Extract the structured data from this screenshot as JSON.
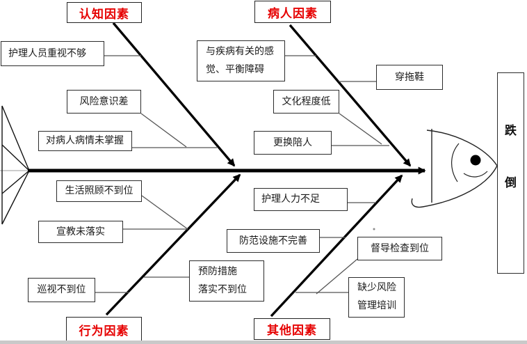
{
  "diagram_type": "fishbone-cause-effect",
  "effect": {
    "label": "跌倒",
    "char1": "跌",
    "char2": "倒"
  },
  "categories": {
    "cognitive": {
      "label": "认知因素"
    },
    "patient": {
      "label": "病人因素"
    },
    "behavior": {
      "label": "行为因素"
    },
    "other": {
      "label": "其他因素"
    }
  },
  "causes": {
    "cognitive": [
      {
        "label": "护理人员重视不够"
      },
      {
        "label": "风险意识差"
      },
      {
        "label": "对病人病情未掌握"
      }
    ],
    "patient": [
      {
        "label": "与疾病有关的感\n觉、平衡障碍"
      },
      {
        "label": "穿拖鞋"
      },
      {
        "label": "文化程度低"
      },
      {
        "label": "更换陪人"
      }
    ],
    "behavior": [
      {
        "label": "生活照顾不到位"
      },
      {
        "label": "宣教未落实"
      },
      {
        "label": "巡视不到位"
      }
    ],
    "other": [
      {
        "label": "护理人力不足"
      },
      {
        "label": "防范设施不完善"
      },
      {
        "label": "预防措施\n落实不到位"
      },
      {
        "label": "督导检查到位"
      },
      {
        "label": "缺少风险\n管理培训"
      }
    ]
  },
  "colors": {
    "category_text": "#e60000",
    "bone": "#000000",
    "connector": "#555555",
    "box_border": "#2b2b2b"
  }
}
